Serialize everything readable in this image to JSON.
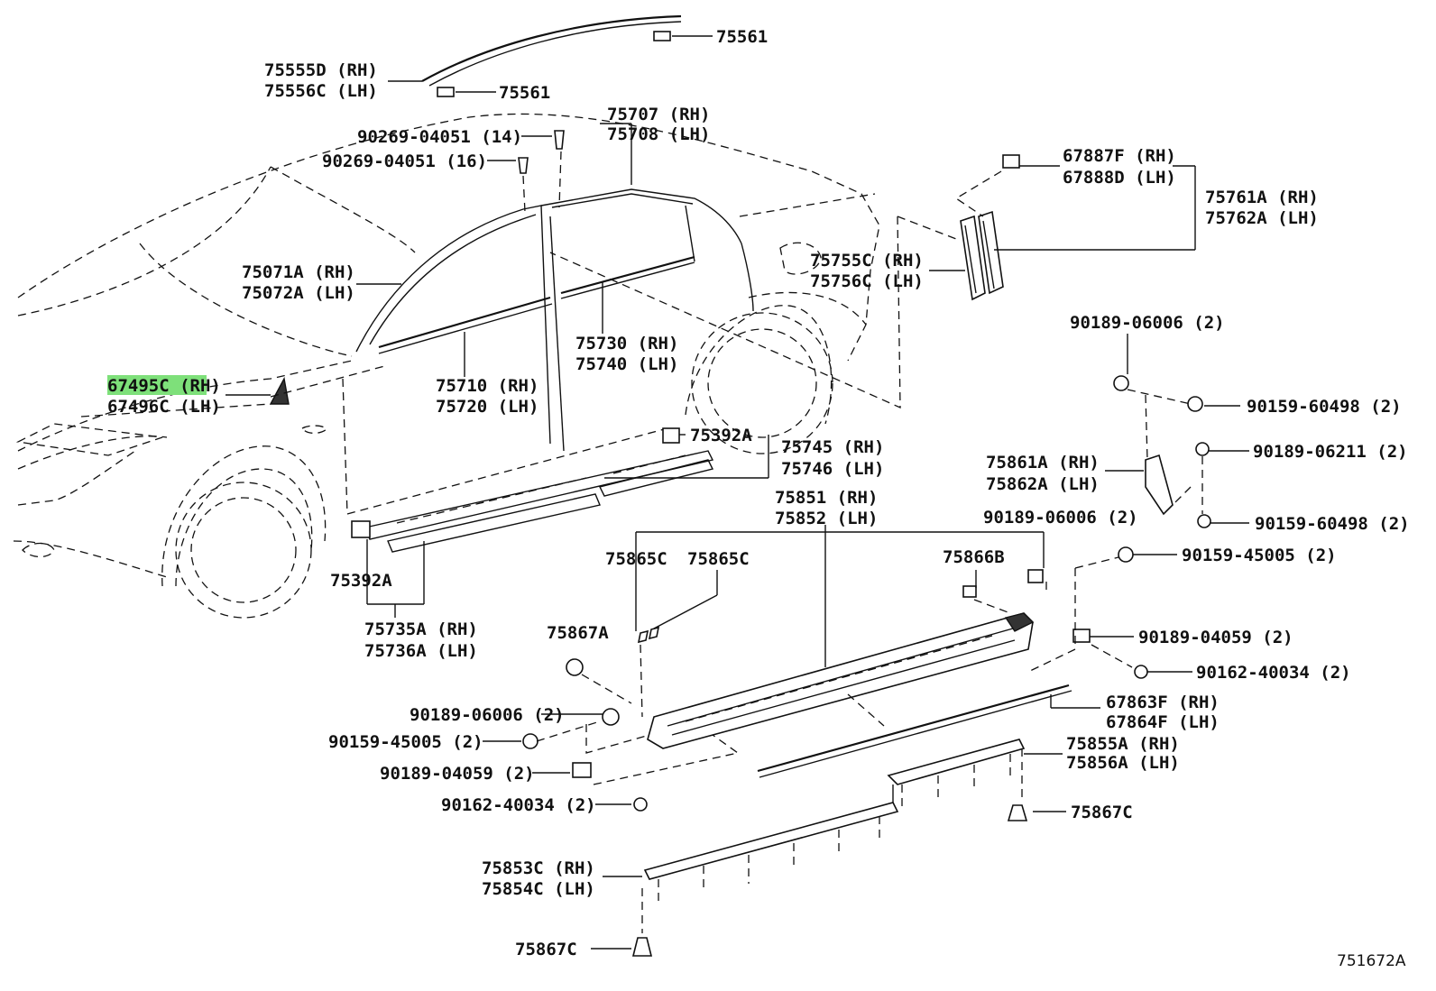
{
  "diagram": {
    "highlighted_part": "67495C",
    "reference_code": "751672A",
    "labels": [
      {
        "id": "l_75561_top",
        "text": "75561"
      },
      {
        "id": "l_75555D",
        "text": "75555D (RH)"
      },
      {
        "id": "l_75556C",
        "text": "75556C (LH)"
      },
      {
        "id": "l_75561_mid",
        "text": "75561"
      },
      {
        "id": "l_75707",
        "text": "75707 (RH)"
      },
      {
        "id": "l_75708",
        "text": "75708 (LH)"
      },
      {
        "id": "l_90269_14",
        "text": "90269-04051 (14)"
      },
      {
        "id": "l_90269_16",
        "text": "90269-04051 (16)"
      },
      {
        "id": "l_67887F",
        "text": "67887F (RH)"
      },
      {
        "id": "l_67888D",
        "text": "67888D (LH)"
      },
      {
        "id": "l_75761A",
        "text": "75761A (RH)"
      },
      {
        "id": "l_75762A",
        "text": "75762A (LH)"
      },
      {
        "id": "l_75071A",
        "text": "75071A (RH)"
      },
      {
        "id": "l_75072A",
        "text": "75072A (LH)"
      },
      {
        "id": "l_75755C",
        "text": "75755C (RH)"
      },
      {
        "id": "l_75756C",
        "text": "75756C (LH)"
      },
      {
        "id": "l_90189_06006_r",
        "text": "90189-06006 (2)"
      },
      {
        "id": "l_75730",
        "text": "75730 (RH)"
      },
      {
        "id": "l_75740",
        "text": "75740 (LH)"
      },
      {
        "id": "l_67496C",
        "text": "67496C (LH)"
      },
      {
        "id": "l_75710",
        "text": "75710 (RH)"
      },
      {
        "id": "l_75720",
        "text": "75720 (LH)"
      },
      {
        "id": "l_90159_60498_a",
        "text": "90159-60498 (2)"
      },
      {
        "id": "l_75392A_r",
        "text": "75392A"
      },
      {
        "id": "l_75745",
        "text": "75745 (RH)"
      },
      {
        "id": "l_75746",
        "text": "75746 (LH)"
      },
      {
        "id": "l_90189_06211",
        "text": "90189-06211 (2)"
      },
      {
        "id": "l_75861A",
        "text": "75861A (RH)"
      },
      {
        "id": "l_75862A",
        "text": "75862A (LH)"
      },
      {
        "id": "l_75851",
        "text": "75851 (RH)"
      },
      {
        "id": "l_75852",
        "text": "75852 (LH)"
      },
      {
        "id": "l_90189_06006_m",
        "text": "90189-06006 (2)"
      },
      {
        "id": "l_90159_60498_b",
        "text": "90159-60498 (2)"
      },
      {
        "id": "l_75865C_a",
        "text": "75865C"
      },
      {
        "id": "l_75865C_b",
        "text": "75865C"
      },
      {
        "id": "l_75866B",
        "text": "75866B"
      },
      {
        "id": "l_90159_45005_r",
        "text": "90159-45005 (2)"
      },
      {
        "id": "l_75392A_l",
        "text": "75392A"
      },
      {
        "id": "l_75735A",
        "text": "75735A (RH)"
      },
      {
        "id": "l_75736A",
        "text": "75736A (LH)"
      },
      {
        "id": "l_75867A",
        "text": "75867A"
      },
      {
        "id": "l_90189_04059_r",
        "text": "90189-04059 (2)"
      },
      {
        "id": "l_90162_40034_r",
        "text": "90162-40034 (2)"
      },
      {
        "id": "l_67863F",
        "text": "67863F (RH)"
      },
      {
        "id": "l_67864F",
        "text": "67864F (LH)"
      },
      {
        "id": "l_90189_06006_l",
        "text": "90189-06006 (2)"
      },
      {
        "id": "l_90159_45005_l",
        "text": "90159-45005 (2)"
      },
      {
        "id": "l_75855A",
        "text": "75855A (RH)"
      },
      {
        "id": "l_75856A",
        "text": "75856A (LH)"
      },
      {
        "id": "l_90189_04059_l",
        "text": "90189-04059 (2)"
      },
      {
        "id": "l_90162_40034_l",
        "text": "90162-40034 (2)"
      },
      {
        "id": "l_75867C_r",
        "text": "75867C"
      },
      {
        "id": "l_75853C",
        "text": "75853C (RH)"
      },
      {
        "id": "l_75854C",
        "text": "75854C (LH)"
      },
      {
        "id": "l_75867C_l",
        "text": "75867C"
      }
    ],
    "highlight_label": {
      "part": "67495C (R",
      "rest": "H)"
    }
  }
}
